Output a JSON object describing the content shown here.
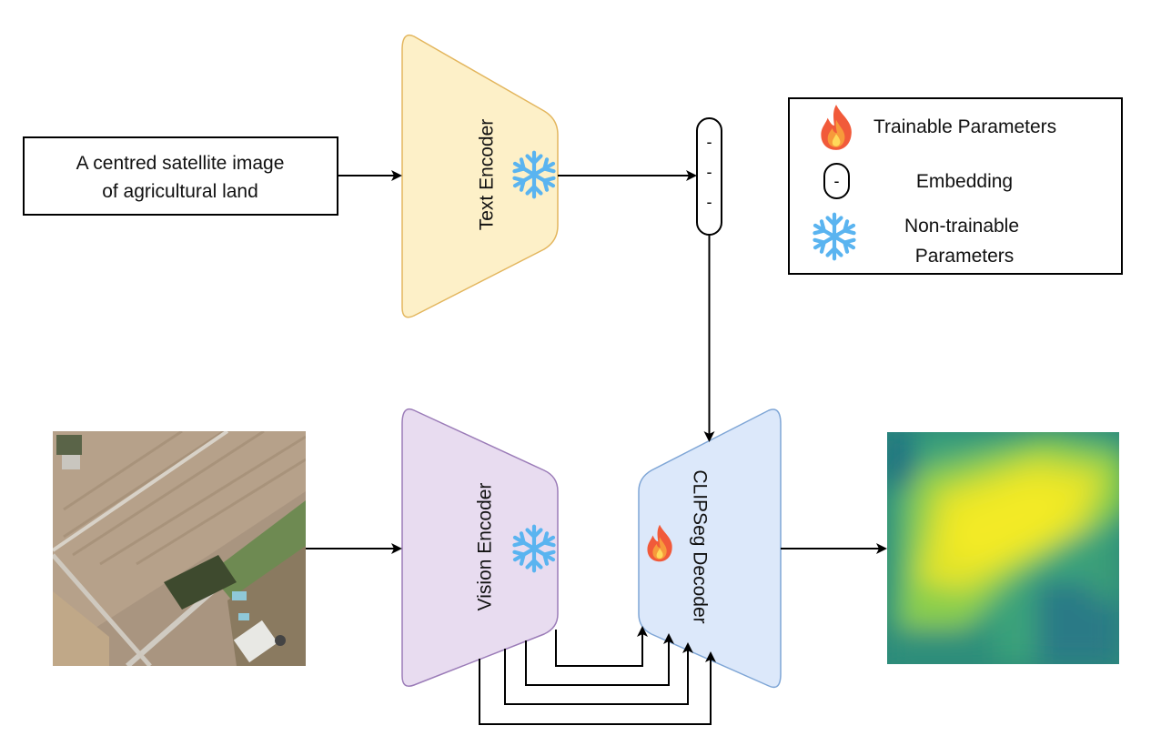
{
  "input_text": {
    "line1": "A centred satellite image",
    "line2": "of agricultural land"
  },
  "text_encoder": {
    "label": "Text Encoder",
    "fill": "#fdf0c8",
    "stroke": "#e3b65e",
    "frozen": true
  },
  "vision_encoder": {
    "label": "Vision Encoder",
    "fill": "#e8dcf0",
    "stroke": "#9b7cb8",
    "frozen": true
  },
  "decoder": {
    "label": "CLIPSeg Decoder",
    "fill": "#dce8fa",
    "stroke": "#7fa6d6",
    "trainable": true
  },
  "embedding": {
    "dashes": [
      "-",
      "-",
      "-"
    ]
  },
  "legend": {
    "trainable_label": "Trainable Parameters",
    "embedding_label": "Embedding",
    "embedding_symbol": "-",
    "frozen_label_line1": "Non-trainable",
    "frozen_label_line2": "Parameters"
  },
  "icons": {
    "trainable": "flame-icon",
    "frozen": "snowflake-icon",
    "flame_colors": [
      "#f15a3a",
      "#f79a3b",
      "#ffd95a"
    ],
    "snowflake_color": "#5ab4f0"
  },
  "images": {
    "input": "satellite-image",
    "output": "segmentation-heatmap"
  }
}
